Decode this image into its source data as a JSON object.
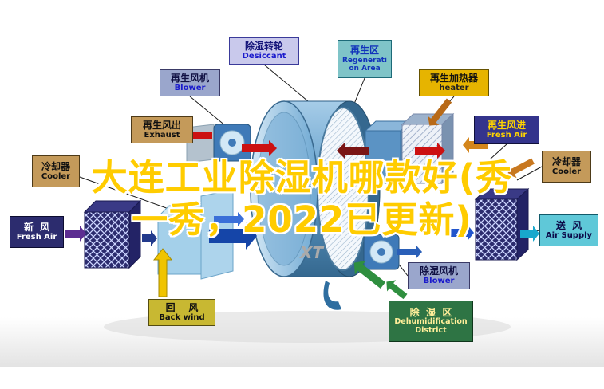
{
  "overlay_title": {
    "line1": "大连工业除湿机哪款好(秀",
    "line2": "一秀，2022已更新)"
  },
  "watermark": "XT",
  "colors": {
    "title_fill": "#ffcc00",
    "title_outline": "#ffffff",
    "process_air": "#1545a8",
    "regen_air_hot": "#cc1111",
    "return_air": "#f0c400",
    "supply_air": "#18a8cc"
  },
  "labels": {
    "desiccant": {
      "zh": "除湿转轮",
      "en": "Desiccant"
    },
    "regen_area": {
      "zh": "再生区",
      "en": "Regeneration Area"
    },
    "regen_blower": {
      "zh": "再生风机",
      "en": "Blower"
    },
    "heater": {
      "zh": "再生加热器",
      "en": "heater"
    },
    "exhaust": {
      "zh": "再生风出",
      "en": "Exhaust"
    },
    "cooler_left": {
      "zh": "冷却器",
      "en": "Cooler"
    },
    "fresh_air_left": {
      "zh": "新  风",
      "en": "Fresh Air"
    },
    "back_wind": {
      "zh": "回    风",
      "en": "Back wind"
    },
    "regen_fresh_in": {
      "zh": "再生风进",
      "en": "Fresh Air"
    },
    "cooler_right": {
      "zh": "冷却器",
      "en": "Cooler"
    },
    "air_supply": {
      "zh": "送  风",
      "en": "Air Supply"
    },
    "dehumid_blower": {
      "zh": "除湿风机",
      "en": "Blower"
    },
    "dehumid_district": {
      "zh": "除  湿  区",
      "en": "Dehumidification District"
    }
  }
}
